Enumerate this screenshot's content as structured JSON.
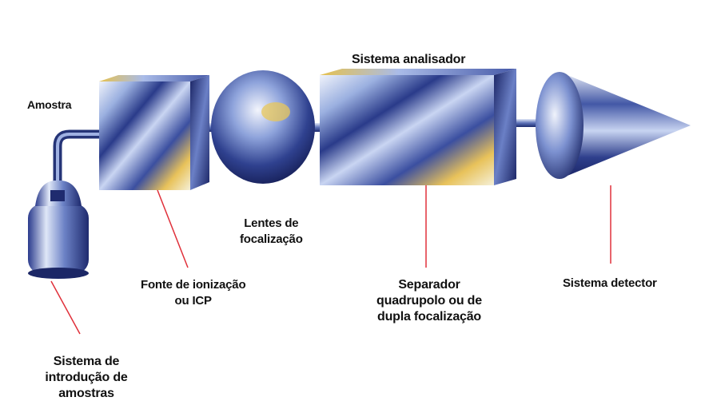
{
  "labels": {
    "sample": "Amostra",
    "analyzer_system": "Sistema analisador",
    "focus_lenses": [
      "Lentes de",
      "focalização"
    ],
    "ion_source": [
      "Fonte de ionização",
      "ou ICP"
    ],
    "separator": [
      "Separador",
      "quadrupolo ou de",
      "dupla focalização"
    ],
    "detector": "Sistema detector",
    "sample_intro": [
      "Sistema de",
      "introdução de",
      "amostras"
    ]
  },
  "colors": {
    "accent_line": "#e0303a",
    "body_dark": "#1c2a6e",
    "body_mid": "#6f86c8",
    "body_light": "#dfe7f7",
    "highlight": "#f2c64a"
  }
}
